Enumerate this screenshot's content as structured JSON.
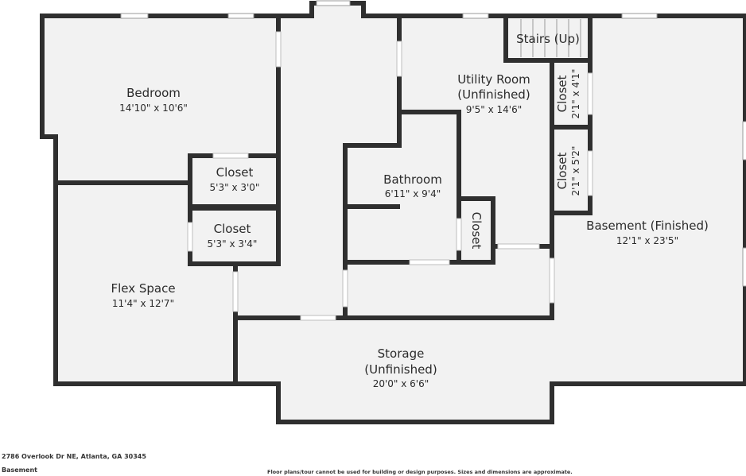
{
  "rooms": {
    "bedroom": {
      "name": "Bedroom",
      "dims": "14'10\" x 10'6\""
    },
    "closet1": {
      "name": "Closet",
      "dims": "5'3\" x 3'0\""
    },
    "closet2": {
      "name": "Closet",
      "dims": "5'3\" x 3'4\""
    },
    "flex": {
      "name": "Flex Space",
      "dims": "11'4\" x 12'7\""
    },
    "utility": {
      "name": "Utility Room",
      "name2": "(Unfinished)",
      "dims": "9'5\" x 14'6\""
    },
    "bathroom": {
      "name": "Bathroom",
      "dims": "6'11\" x 9'4\""
    },
    "closet3": {
      "name": "Closet"
    },
    "stairs": {
      "name": "Stairs (Up)"
    },
    "closet4": {
      "name": "Closet",
      "dims": "2'1\" x 4'1\""
    },
    "closet5": {
      "name": "Closet",
      "dims": "2'1\" x 5'2\""
    },
    "basement": {
      "name": "Basement (Finished)",
      "dims": "12'1\" x 23'5\""
    },
    "storage": {
      "name": "Storage",
      "name2": "(Unfinished)",
      "dims": "20'0\" x 6'6\""
    }
  },
  "footer": {
    "address": "2786 Overlook Dr NE, Atlanta, GA 30345",
    "level": "Basement",
    "disclaimer": "Floor plans/tour cannot be used for building or design purposes. Sizes and dimensions are approximate."
  },
  "colors": {
    "wall": "#2f2f2f",
    "floor": "#f2f2f2",
    "opening": "#ffffff",
    "text": "#2b2b2b"
  }
}
